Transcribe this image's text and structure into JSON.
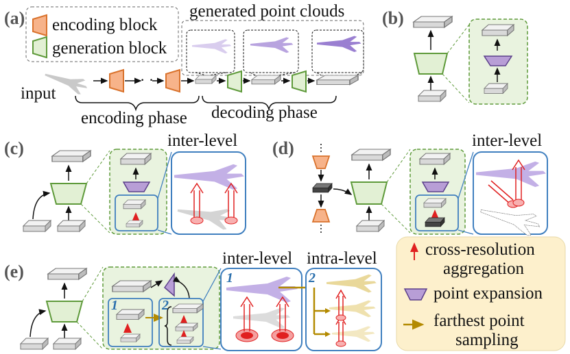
{
  "panels": {
    "a": "(a)",
    "b": "(b)",
    "c": "(c)",
    "d": "(d)",
    "e": "(e)"
  },
  "legend_top": {
    "encoding": "encoding block",
    "generation": "generation block"
  },
  "panel_a": {
    "title": "generated point clouds",
    "input": "input",
    "dots": "· · ·",
    "encoding_phase": "encoding phase",
    "decoding_phase": "decoding phase"
  },
  "inter_level_c": "inter-level",
  "inter_level_d": "inter-level",
  "panel_e": {
    "inter_level": "inter-level",
    "intra_level": "intra-level",
    "num1": "1",
    "num2": "2",
    "num1_b": "1",
    "num2_b": "2"
  },
  "legend_bottom": {
    "cross": "cross-resolution aggregation",
    "cross_line1": "cross-resolution",
    "cross_line2": "aggregation",
    "expansion": "point expansion",
    "fps_line1": "farthest point",
    "fps_line2": "sampling"
  },
  "colors": {
    "encoding_fill": "#f7b38a",
    "encoding_stroke": "#d9722c",
    "generation_fill": "#e2f0d4",
    "generation_stroke": "#5e9a3a",
    "expansion_fill": "#b89ed6",
    "blue_box": "#3f7fbf",
    "green_box": "#e9f3df",
    "red": "#e02020",
    "gold": "#b38a00",
    "legend_bg": "#fdf0cc"
  }
}
